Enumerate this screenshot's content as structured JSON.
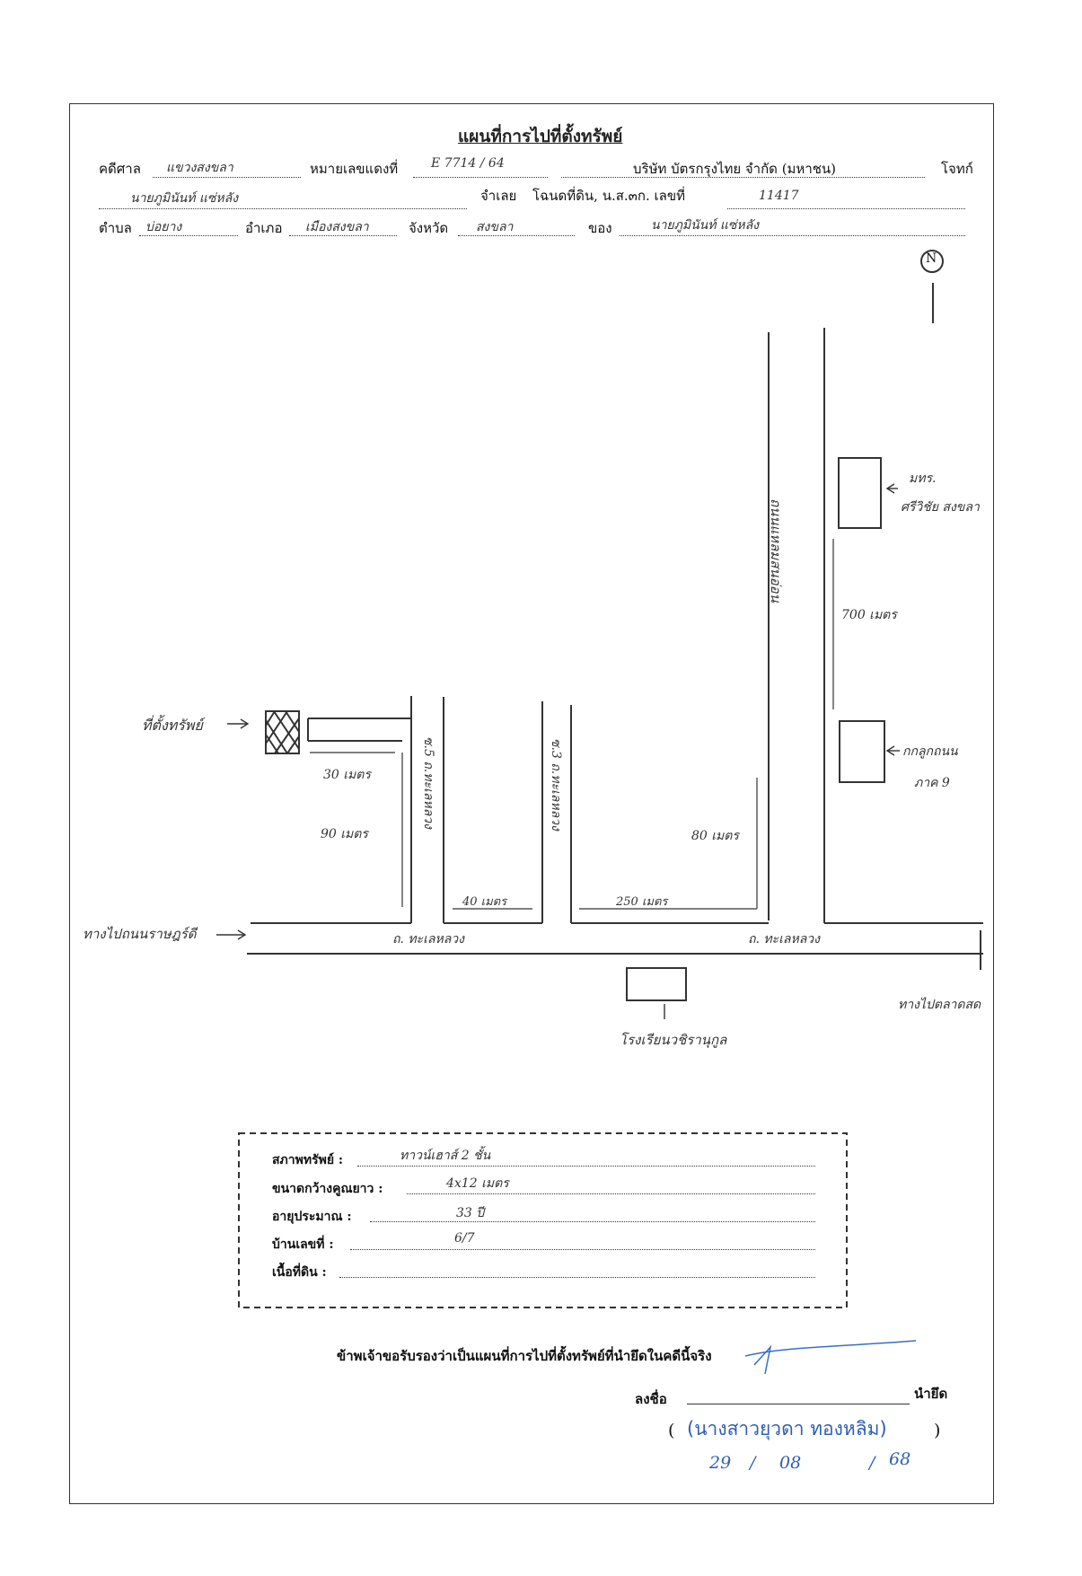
{
  "header": {
    "title": "แผนที่การไปที่ตั้งทรัพย์",
    "court_label": "คดีศาล",
    "court_value": "แขวงสงขลา",
    "case_no_label": "หมายเลขแดงที่",
    "case_no_value": "E 7714 / 64",
    "plaintiff_value": "บริษัท บัตรกรุงไทย จำกัด (มหาชน)",
    "plaintiff_label": "โจทก์",
    "defendant_value": "นายภูมินันท์ แซ่หลัง",
    "seized_label": "จำเลย",
    "seized_value": "โฉนดที่ดิน, น.ส.๓ก. เลขที่",
    "deed_no": "11417",
    "subdistrict_label": "ตำบล",
    "subdistrict_value": "บ่อยาง",
    "district_label": "อำเภอ",
    "district_value": "เมืองสงขลา",
    "province_label": "จังหวัด",
    "province_value": "สงขลา",
    "owner_label": "ของ",
    "owner_value": "นายภูมินันท์ แซ่หลัง"
  },
  "map": {
    "north": "N",
    "road_main": "ถนนแหลมสนอ่อน",
    "distance_700": "700 เมตร",
    "landmark_msu": "มทร.",
    "landmark_msu2": "ศรีวิชัย สงขลา",
    "landmark_church": "กกลูกถนน",
    "landmark_church2": "ภาค 9",
    "property_label": "ที่ตั้งทรัพย์",
    "distance_30": "30 เมตร",
    "distance_90": "90 เมตร",
    "soi5": "ซ.5 ถ.ทะเลหลวง",
    "soi3": "ซ.3 ถ.ทะเลหลวง",
    "distance_80": "80 เมตร",
    "distance_40": "40 เมตร",
    "distance_250": "250 เมตร",
    "to_road": "ทางไปถนนราษฎร์ดี",
    "road_thale1": "ถ. ทะเลหลวง",
    "road_thale2": "ถ. ทะเลหลวง",
    "hospital": "โรงเรียนวชิรานุกูล",
    "to_market": "ทางไปตลาดสด"
  },
  "property_box": {
    "condition_label": "สภาพทรัพย์ :",
    "condition_value": "ทาวน์เฮาส์ 2 ชั้น",
    "size_label": "ขนาดกว้างคูณยาว :",
    "size_value": "4x12 เมตร",
    "age_label": "อายุประมาณ :",
    "age_value": "33 ปี",
    "house_no_label": "บ้านเลขที่ :",
    "house_no_value": "6/7",
    "land_area_label": "เนื้อที่ดิน :",
    "land_area_value": ""
  },
  "footer": {
    "certify": "ข้าพเจ้าขอรับรองว่าเป็นแผนที่การไปที่ตั้งทรัพย์ที่นำยึดในคดีนี้จริง",
    "sign_label": "ลงชื่อ",
    "sign_role": "นำยึด",
    "signer_name": "(นางสาวยุวดา ทองหลิม)",
    "open_paren": "(",
    "close_paren": ")",
    "date_d": "29",
    "date_m": "08",
    "date_y": "68"
  }
}
